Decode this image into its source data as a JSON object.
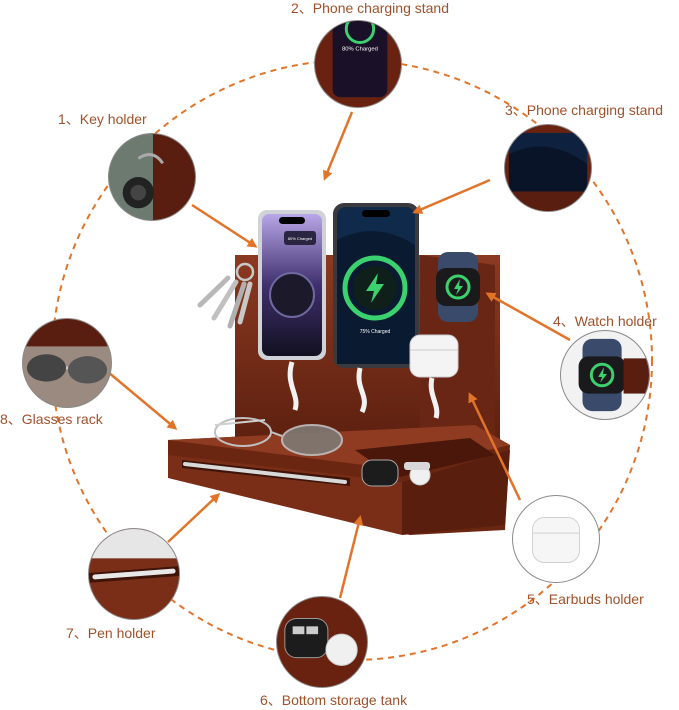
{
  "colors": {
    "accent": "#e2742a",
    "label": "#a0512a",
    "wood": "#7a2e18",
    "wood_dark": "#561d0e",
    "charge_green": "#3bd16f"
  },
  "labels": {
    "key_holder": "1、Key holder",
    "phone_stand_2": "2、Phone charging stand",
    "phone_stand_3": "3、Phone charging stand",
    "watch_holder": "4、Watch holder",
    "earbuds_holder": "5、Earbuds holder",
    "storage_tank": "6、Bottom storage tank",
    "pen_holder": "7、Pen holder",
    "glasses_rack": "8、Glasses rack"
  },
  "phones": {
    "left_charge": "80% Charged",
    "right_charge": "75% Charged",
    "top_inset_charge": "80% Charged"
  },
  "icons": {
    "charging": "lightning-bolt-icon"
  }
}
